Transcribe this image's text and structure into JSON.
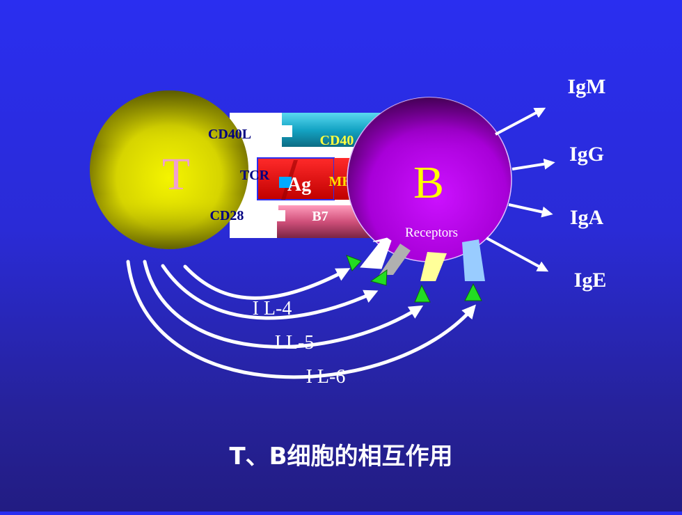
{
  "t_cell": {
    "label": "T",
    "receptors": [
      "CD40L",
      "TCR",
      "CD28"
    ]
  },
  "b_cell": {
    "label": "B",
    "sublabel": "Receptors",
    "molecules": [
      "CD40",
      "MHC",
      "B7"
    ]
  },
  "antigen": "Ag",
  "interleukins": [
    "I L-4",
    "I L-5",
    "I L-6"
  ],
  "antibodies": [
    "IgM",
    "IgG",
    "IgA",
    "IgE"
  ],
  "caption": "T、B细胞的相互作用",
  "colors": {
    "background": "#2a2ef0",
    "t_cell": "#d8d800",
    "b_cell": "#b000e0",
    "cd40": "#19a8c8",
    "mhc": "#e00000",
    "b7": "#c84a6c",
    "antibody_text": "#ffffff",
    "receptor_text": "#000080"
  }
}
